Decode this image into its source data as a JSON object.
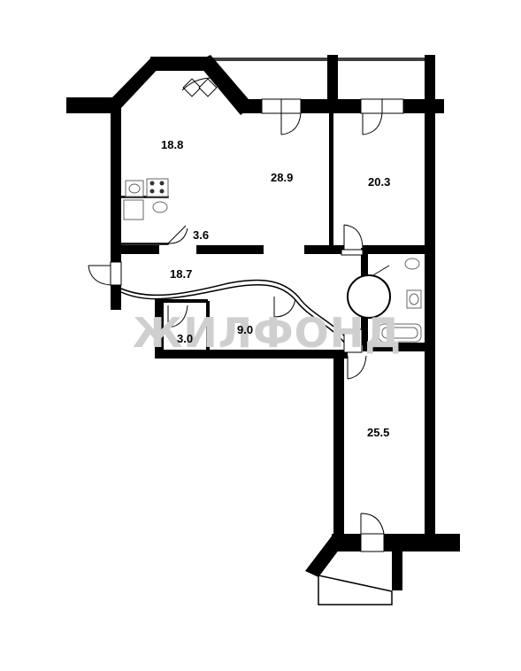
{
  "watermark": "ЖИЛФОНД",
  "rooms": [
    {
      "id": "room-living",
      "area": "28.9"
    },
    {
      "id": "room-kitchen",
      "area": "18.8"
    },
    {
      "id": "room-bedroom",
      "area": "20.3"
    },
    {
      "id": "room-hall",
      "area": "18.7"
    },
    {
      "id": "room-bathroom-small",
      "area": "3.6"
    },
    {
      "id": "room-storage",
      "area": "3.0"
    },
    {
      "id": "room-study",
      "area": "9.0"
    },
    {
      "id": "room-long",
      "area": "25.5"
    }
  ],
  "colors": {
    "wall": "#000000",
    "watermark": "#cfcfcf",
    "background": "#ffffff"
  }
}
